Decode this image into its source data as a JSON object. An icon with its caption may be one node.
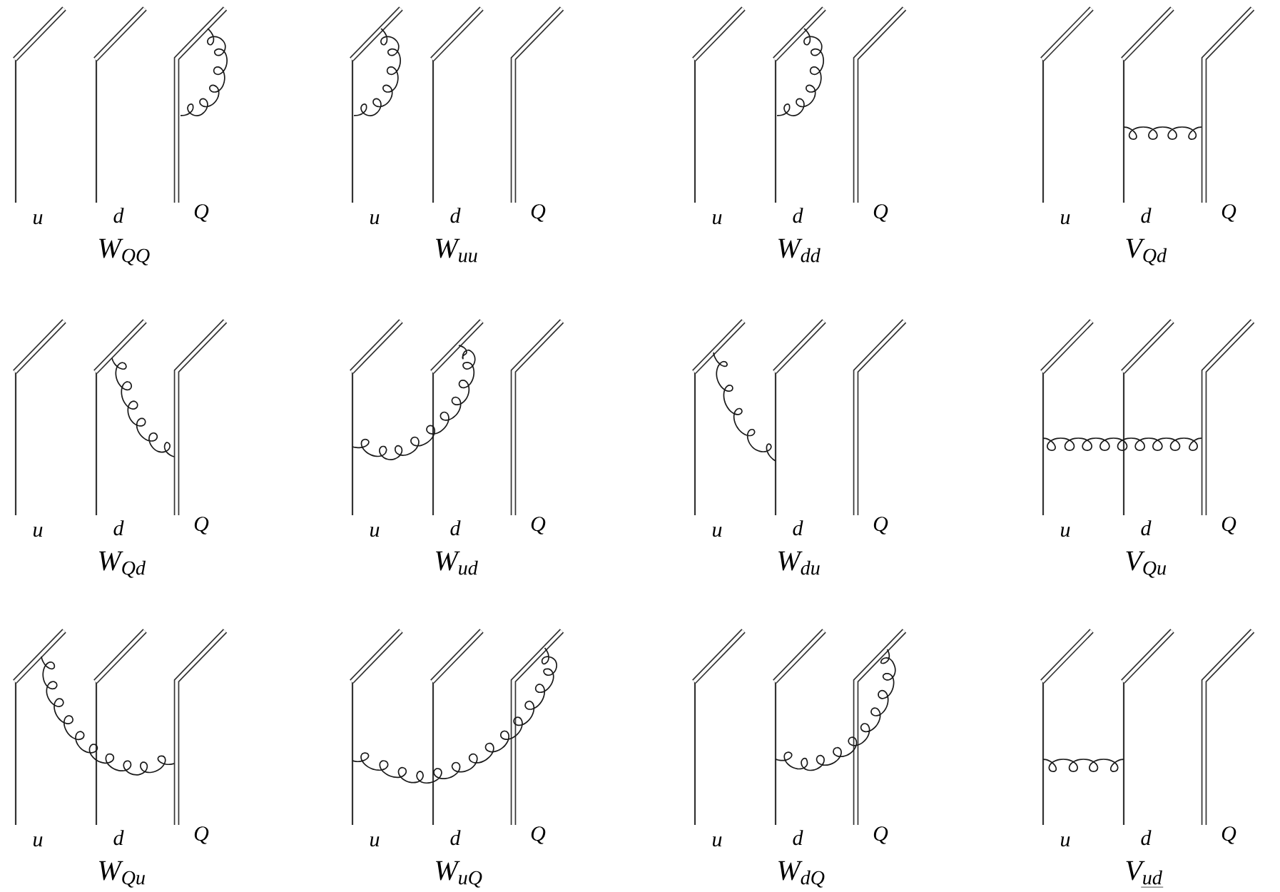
{
  "diagram": {
    "labels": [
      "u",
      "d",
      "Q",
      "W$_{QQ}$",
      "u",
      "d",
      "Q",
      "W$_{uu}$",
      "u",
      "d",
      "Q",
      "W$_{dd}$",
      "u",
      "d",
      "Q",
      "V$_{Qd}$",
      "u",
      "d",
      "Q",
      "W$_{Qd}$",
      "u",
      "d",
      "Q",
      "W$_{ud}$",
      "u",
      "d",
      "Q",
      "W$_{du}$",
      "u",
      "d",
      "Q",
      "V$_{Qu}$",
      "u",
      "d",
      "Q",
      "W$_{Qu}$",
      "u",
      "d",
      "Q",
      "W$_{uQ}$",
      "u",
      "d",
      "Q",
      "W$_{dQ}$",
      "u",
      "d",
      "Q",
      "V$_{ud}$"
    ]
  }
}
